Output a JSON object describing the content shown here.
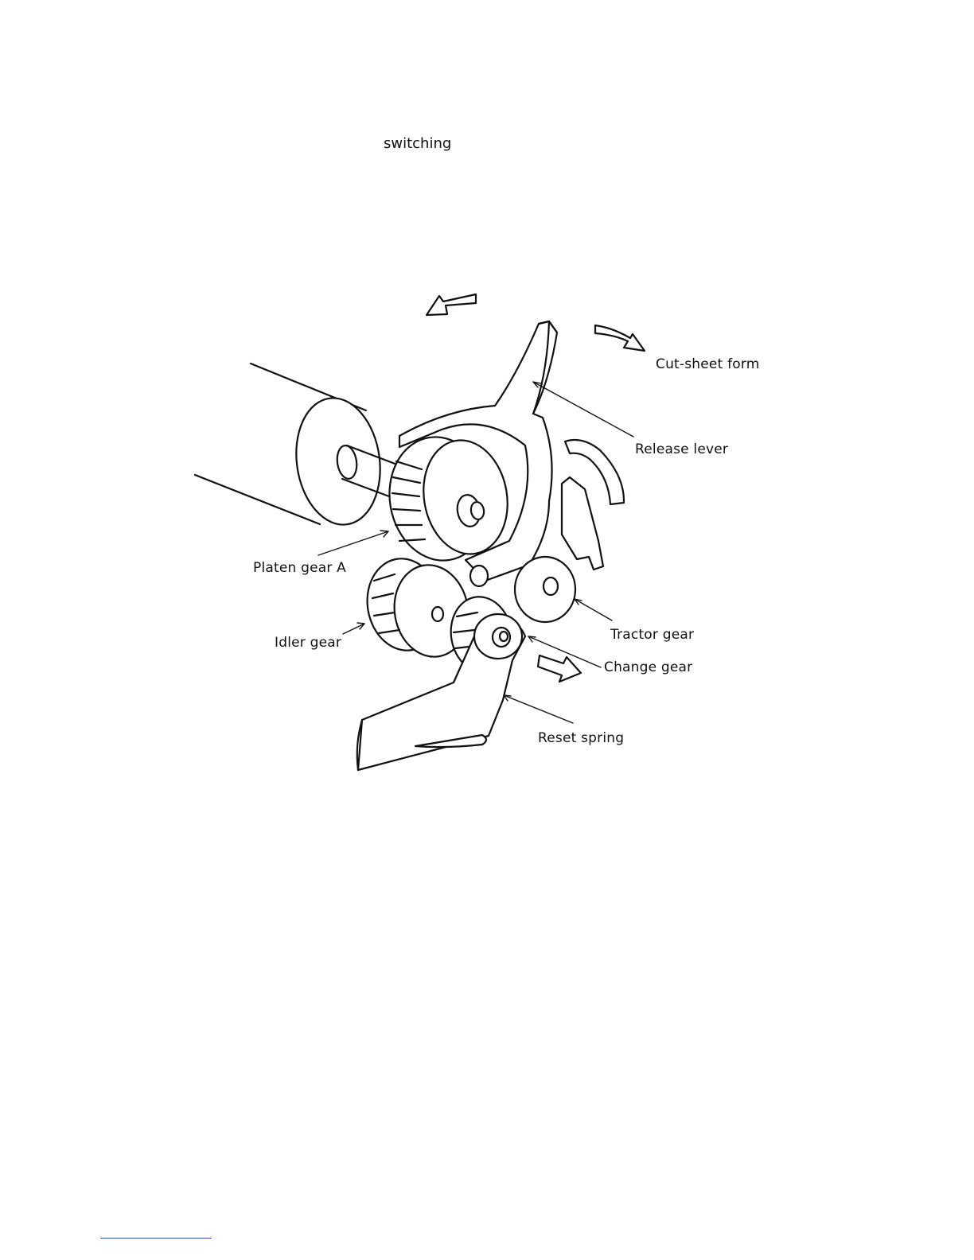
{
  "heading_fragment": "switching",
  "labels": {
    "cut_sheet": "Cut-sheet form",
    "release_lever": "Release lever",
    "platen_gear": "Platen gear A",
    "idler_gear": "Idler gear",
    "tractor_gear": "Tractor gear",
    "change_gear": "Change gear",
    "reset_spring": "Reset spring"
  },
  "colors": {
    "ink": "#111111",
    "footer_rule": "#3a4fb8"
  }
}
